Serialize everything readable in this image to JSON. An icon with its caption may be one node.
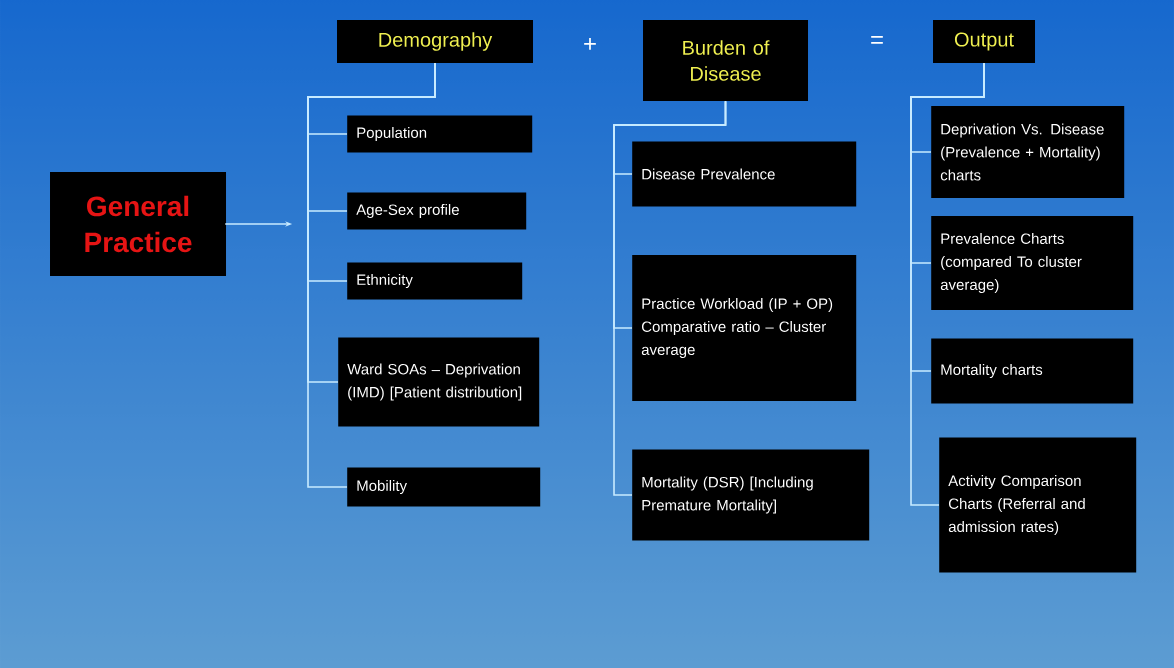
{
  "diagram": {
    "nodes": [
      {
        "text": [
          "General Practice"
        ]
      },
      {
        "text": [
          "Demography"
        ]
      },
      {
        "text": [
          "Population"
        ]
      },
      {
        "text": [
          "Age-Sex profile"
        ]
      },
      {
        "text": [
          "Ethnicity"
        ]
      },
      {
        "text": [
          "Ward SOAs – Deprivation (IMD) [Patient distribution]"
        ]
      },
      {
        "text": [
          "Mobility"
        ]
      },
      {
        "text": [
          "Burden of Disease"
        ]
      },
      {
        "text": [
          "Disease Prevalence"
        ]
      },
      {
        "text": [
          "Practice Workload (IP + OP) Comparative ratio – Cluster average"
        ]
      },
      {
        "text": [
          "Mortality (DSR) [Including Premature Mortality]"
        ]
      },
      {
        "text": [
          "Output"
        ]
      },
      {
        "text": [
          "Deprivation Vs. Disease (Prevalence + Mortality) charts"
        ]
      },
      {
        "text": [
          "Prevalence Charts (compared To cluster average)"
        ]
      },
      {
        "text": [
          "Mortality charts"
        ]
      },
      {
        "text": [
          "Activity Comparison Charts (Referral and admission rates)"
        ]
      }
    ],
    "edges": [
      {
        "from": 0,
        "to": null,
        "arrow": "to"
      },
      {
        "from": 1,
        "to": 2,
        "arrow": "none"
      },
      {
        "from": 1,
        "to": 3,
        "arrow": "none"
      },
      {
        "from": 1,
        "to": 4,
        "arrow": "none"
      },
      {
        "from": 1,
        "to": 5,
        "arrow": "none"
      },
      {
        "from": 1,
        "to": 6,
        "arrow": "none"
      },
      {
        "from": 7,
        "to": 8,
        "arrow": "none"
      },
      {
        "from": 7,
        "to": 9,
        "arrow": "none"
      },
      {
        "from": 7,
        "to": 10,
        "arrow": "none"
      },
      {
        "from": 11,
        "to": 12,
        "arrow": "none"
      },
      {
        "from": 11,
        "to": 13,
        "arrow": "none"
      },
      {
        "from": 11,
        "to": 14,
        "arrow": "none"
      },
      {
        "from": 11,
        "to": 15,
        "arrow": "none"
      }
    ],
    "labels": [
      "+",
      "="
    ]
  }
}
